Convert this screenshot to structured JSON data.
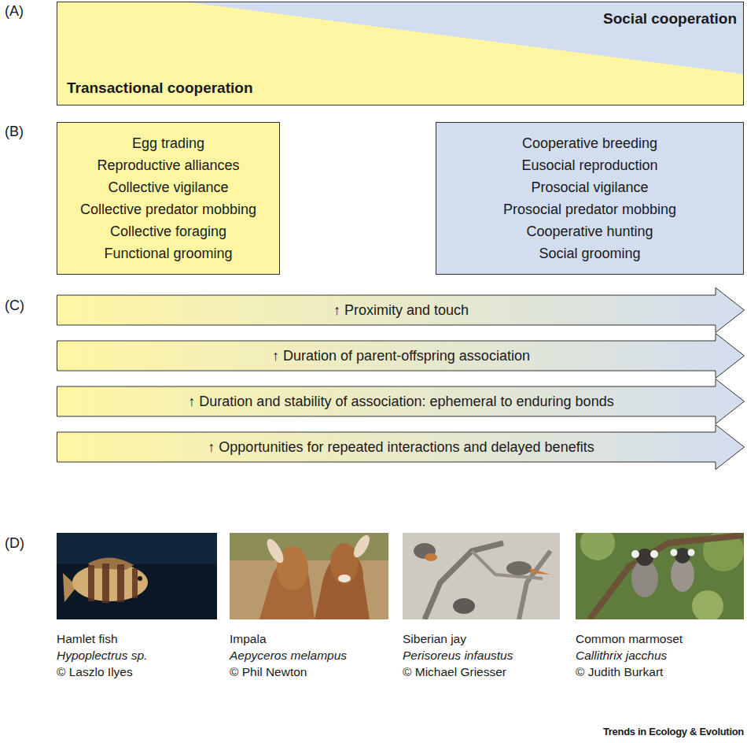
{
  "diagram": {
    "nodes": [
      {
        "text": [
          "Social cooperation",
          "Transactional cooperation"
        ]
      },
      {
        "text": [
          "Egg trading",
          "Reproductive alliances",
          "Collective vigilance",
          "Collective predator mobbing",
          "Collective foraging",
          "Functional grooming"
        ]
      },
      {
        "text": [
          "Cooperative breeding",
          "Eusocial reproduction",
          "Prosocial vigilance",
          "Prosocial predator mobbing",
          "Cooperative hunting",
          "Social grooming"
        ]
      },
      {
        "text": [
          "↑ Proximity and touch"
        ]
      },
      {
        "text": [
          "↑ Duration of parent-offspring association"
        ]
      },
      {
        "text": [
          "↑ Duration and stability of association: ephemeral to enduring bonds"
        ]
      },
      {
        "text": [
          "↑ Opportunities for repeated interactions and delayed benefits"
        ]
      }
    ],
    "labels": [
      "(A)",
      "(B)",
      "(C)",
      "(D)",
      "Hamlet fish",
      "Hypoplectrus sp.",
      "© Laszlo Ilyes",
      "Impala",
      "Aepyceros melampus",
      "© Phil Newton",
      "Siberian jay",
      "Perisoreus infaustus",
      "© Michael Griesser",
      "Common marmoset",
      "Callithrix jacchus",
      "© Judith Burkart",
      "Trends in Ecology & Evolution"
    ]
  }
}
